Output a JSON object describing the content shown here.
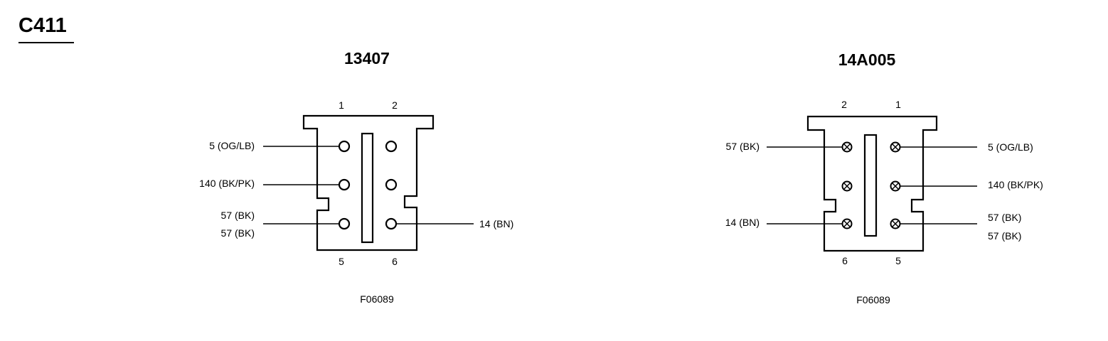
{
  "page": {
    "title": "C411"
  },
  "left_connector": {
    "part_number": "13407",
    "pin_numbers": {
      "top_left": "1",
      "top_right": "2",
      "bottom_left": "5",
      "bottom_right": "6"
    },
    "wire_labels": {
      "w1": "5 (OG/LB)",
      "w2": "140 (BK/PK)",
      "w3a": "57 (BK)",
      "w3b": "57 (BK)",
      "w4": "14 (BN)"
    },
    "figure_id": "F06089"
  },
  "right_connector": {
    "part_number": "14A005",
    "pin_numbers": {
      "top_left": "2",
      "top_right": "1",
      "bottom_left": "6",
      "bottom_right": "5"
    },
    "wire_labels": {
      "w1": "57 (BK)",
      "w2": "5 (OG/LB)",
      "w3": "140 (BK/PK)",
      "w4": "14 (BN)",
      "w5a": "57 (BK)",
      "w5b": "57 (BK)"
    },
    "figure_id": "F06089"
  }
}
